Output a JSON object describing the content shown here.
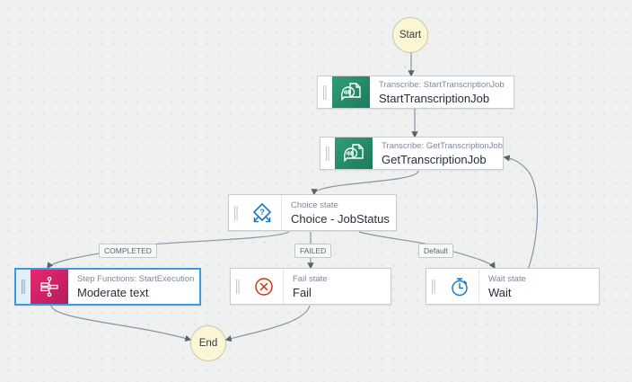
{
  "canvas": {
    "background_color": "#eff0f0",
    "dot_color": "#dcdedd"
  },
  "terminals": {
    "start": {
      "label": "Start",
      "name": "start-node"
    },
    "end": {
      "label": "End",
      "name": "end-node"
    }
  },
  "states": [
    {
      "id": "start-transcription-job",
      "sub": "Transcribe: StartTranscriptionJob",
      "title": "StartTranscriptionJob",
      "icon": "transcribe-icon",
      "icon_color": "#2f9e74",
      "selected": false
    },
    {
      "id": "get-transcription-job",
      "sub": "Transcribe: GetTranscriptionJob",
      "title": "GetTranscriptionJob",
      "icon": "transcribe-icon",
      "icon_color": "#2f9e74",
      "selected": false
    },
    {
      "id": "choice-jobstatus",
      "sub": "Choice state",
      "title": "Choice - JobStatus",
      "icon": "choice-diamond-icon",
      "icon_color": "#1e7bbf",
      "selected": false
    },
    {
      "id": "moderate-text",
      "sub": "Step Functions: StartExecution",
      "title": "Moderate text",
      "icon": "step-functions-icon",
      "icon_color": "#e8276f",
      "selected": true
    },
    {
      "id": "fail",
      "sub": "Fail state",
      "title": "Fail",
      "icon": "fail-circle-x-icon",
      "icon_color": "#d13212",
      "selected": false
    },
    {
      "id": "wait",
      "sub": "Wait state",
      "title": "Wait",
      "icon": "wait-stopwatch-icon",
      "icon_color": "#1e7bbf",
      "selected": false
    }
  ],
  "edge_labels": [
    {
      "id": "completed",
      "text": "COMPLETED"
    },
    {
      "id": "failed",
      "text": "FAILED"
    },
    {
      "id": "default",
      "text": "Default"
    }
  ]
}
